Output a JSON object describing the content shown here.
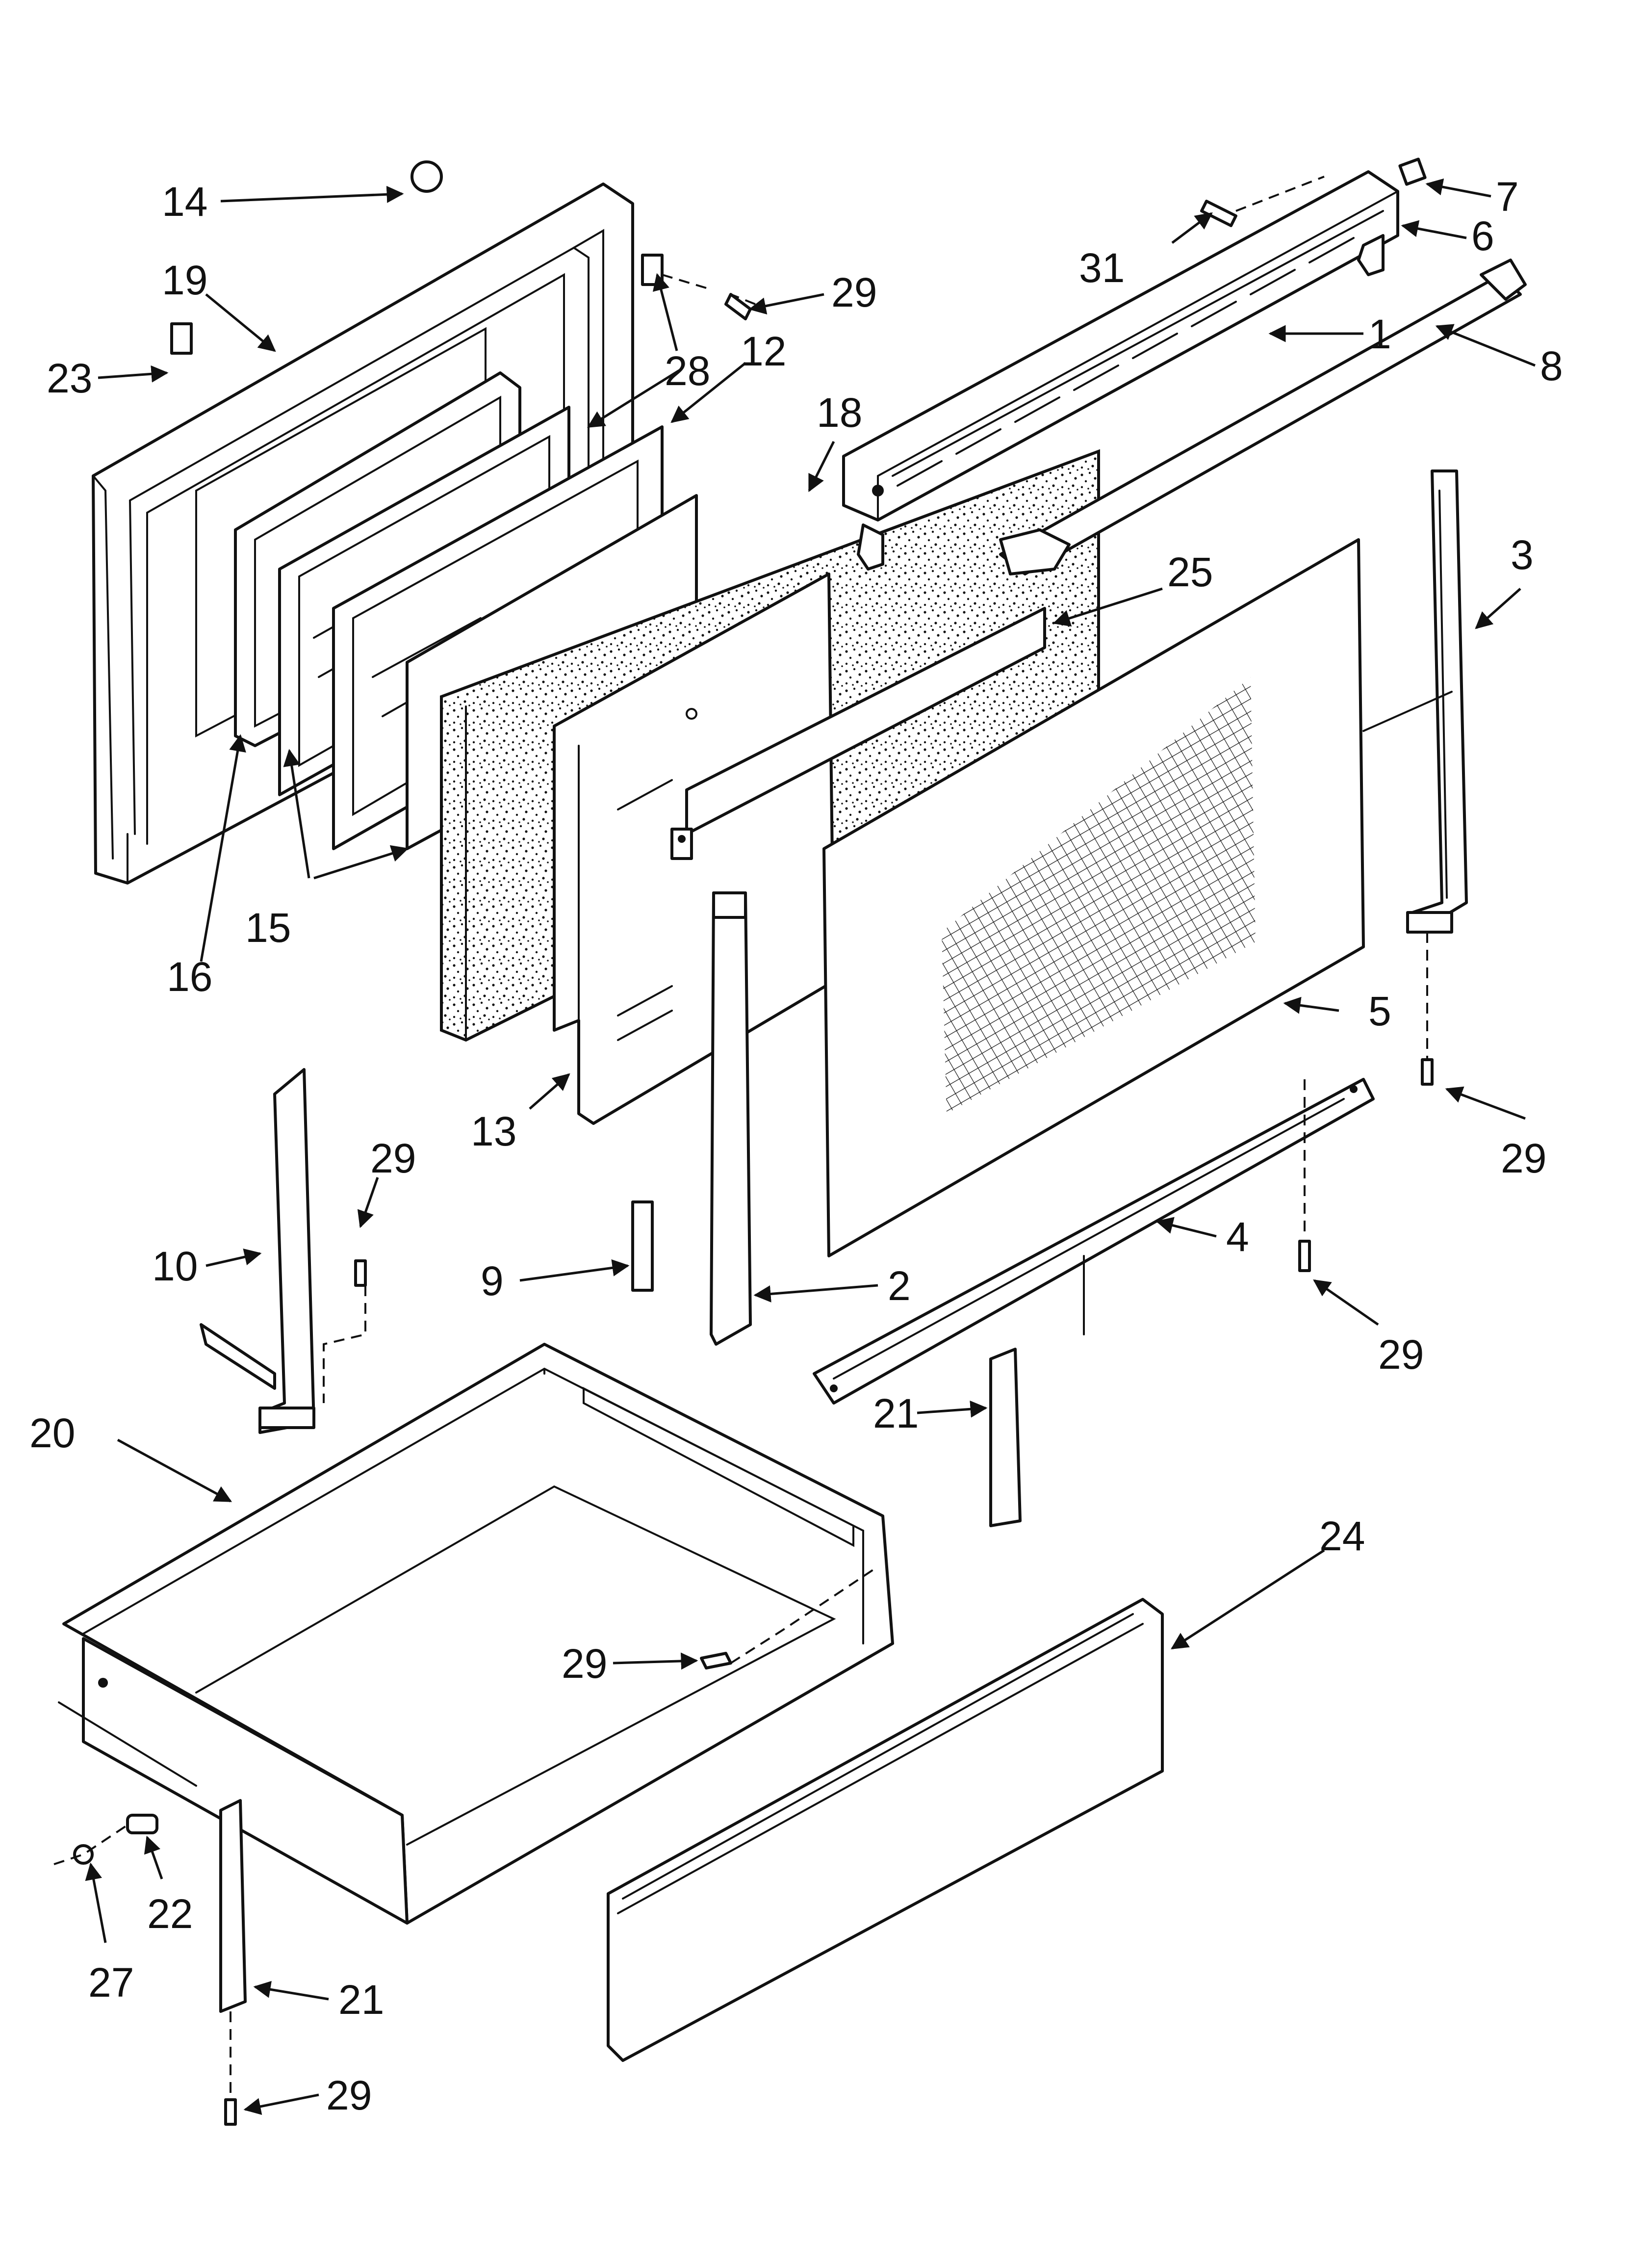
{
  "callouts": [
    {
      "id": "c1",
      "text": "1"
    },
    {
      "id": "c2",
      "text": "2"
    },
    {
      "id": "c3",
      "text": "3"
    },
    {
      "id": "c4",
      "text": "4"
    },
    {
      "id": "c5",
      "text": "5"
    },
    {
      "id": "c6",
      "text": "6"
    },
    {
      "id": "c7",
      "text": "7"
    },
    {
      "id": "c8",
      "text": "8"
    },
    {
      "id": "c9",
      "text": "9"
    },
    {
      "id": "c10",
      "text": "10"
    },
    {
      "id": "c12",
      "text": "12"
    },
    {
      "id": "c13",
      "text": "13"
    },
    {
      "id": "c14",
      "text": "14"
    },
    {
      "id": "c15",
      "text": "15"
    },
    {
      "id": "c16",
      "text": "16"
    },
    {
      "id": "c18",
      "text": "18"
    },
    {
      "id": "c19",
      "text": "19"
    },
    {
      "id": "c20",
      "text": "20"
    },
    {
      "id": "c21a",
      "text": "21"
    },
    {
      "id": "c21b",
      "text": "21"
    },
    {
      "id": "c22",
      "text": "22"
    },
    {
      "id": "c23",
      "text": "23"
    },
    {
      "id": "c24",
      "text": "24"
    },
    {
      "id": "c25",
      "text": "25"
    },
    {
      "id": "c27",
      "text": "27"
    },
    {
      "id": "c28",
      "text": "28"
    },
    {
      "id": "c29a",
      "text": "29"
    },
    {
      "id": "c29b",
      "text": "29"
    },
    {
      "id": "c29c",
      "text": "29"
    },
    {
      "id": "c29d",
      "text": "29"
    },
    {
      "id": "c29e",
      "text": "29"
    },
    {
      "id": "c29f",
      "text": "29"
    },
    {
      "id": "c31",
      "text": "31"
    }
  ]
}
